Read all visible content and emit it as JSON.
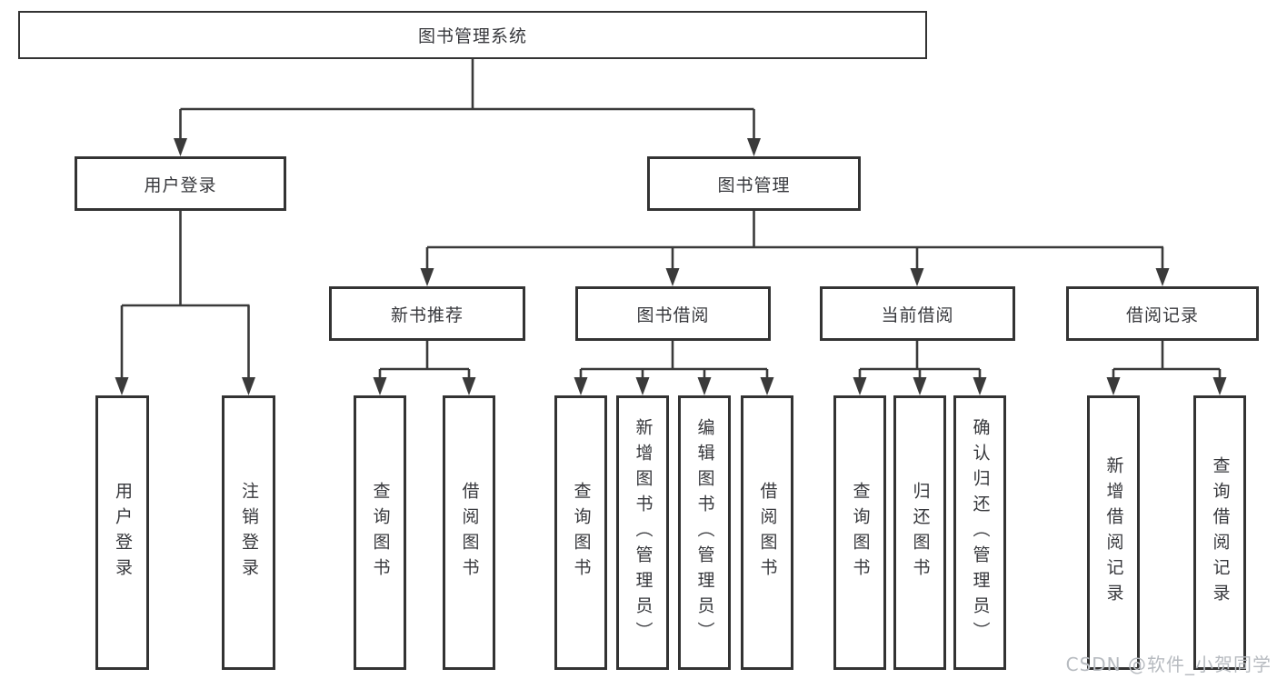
{
  "diagram_title": "图书管理系统",
  "watermark": "CSDN @软件_小贺同学",
  "colors": {
    "box_border": "#333333",
    "connector_line": "#3a3a3a",
    "node_text": "#37383c",
    "watermark_text": "#b7bbc0",
    "background": "#ffffff"
  },
  "tree": {
    "label": "图书管理系统",
    "children": [
      {
        "label": "用户登录",
        "children": [
          {
            "label": "用户登录"
          },
          {
            "label": "注销登录"
          }
        ]
      },
      {
        "label": "图书管理",
        "children": [
          {
            "label": "新书推荐",
            "children": [
              {
                "label": "查询图书"
              },
              {
                "label": "借阅图书"
              }
            ]
          },
          {
            "label": "图书借阅",
            "children": [
              {
                "label": "查询图书"
              },
              {
                "label": "新增图书（管理员）"
              },
              {
                "label": "编辑图书（管理员）"
              },
              {
                "label": "借阅图书"
              }
            ]
          },
          {
            "label": "当前借阅",
            "children": [
              {
                "label": "查询图书"
              },
              {
                "label": "归还图书"
              },
              {
                "label": "确认归还（管理员）"
              }
            ]
          },
          {
            "label": "借阅记录",
            "children": [
              {
                "label": "新增借阅记录"
              },
              {
                "label": "查询借阅记录"
              }
            ]
          }
        ]
      }
    ]
  }
}
